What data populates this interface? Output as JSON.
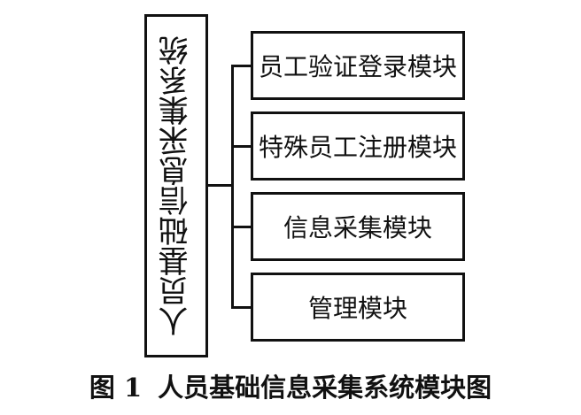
{
  "diagram": {
    "root": "人员基础信息采集系统",
    "children": [
      "员工验证登录模块",
      "特殊员工注册模块",
      "信息采集模块",
      "管理模块"
    ]
  },
  "caption": {
    "figure_label": "图 1",
    "title": "人员基础信息采集系统模块图"
  },
  "colors": {
    "stroke": "#111111",
    "background": "#ffffff"
  }
}
